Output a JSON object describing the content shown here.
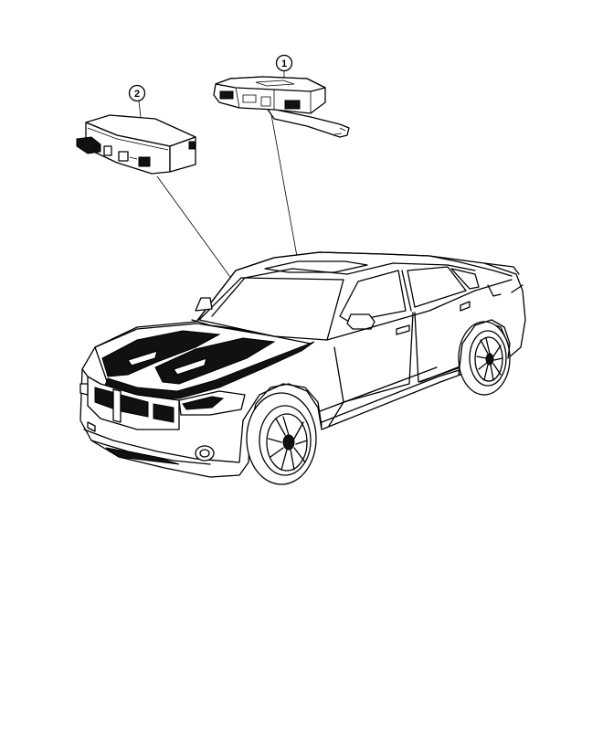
{
  "callouts": [
    {
      "id": 1,
      "label": "1",
      "part": "receiver-module"
    },
    {
      "id": 2,
      "label": "2",
      "part": "control-module"
    }
  ],
  "colors": {
    "line": "#000000",
    "background": "#ffffff"
  }
}
